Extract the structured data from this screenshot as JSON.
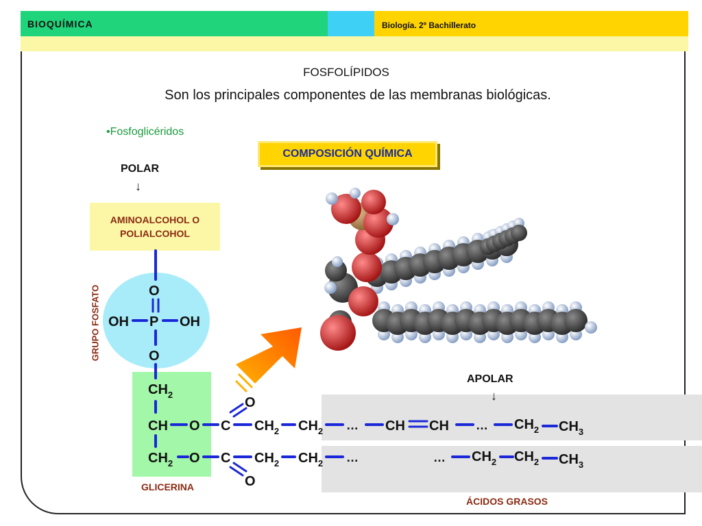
{
  "header": {
    "subject": "BIOQUÍMICA",
    "course": "Biología. 2º Bachillerato"
  },
  "slide": {
    "title": "FOSFOLÍPIDOS",
    "subtitle": "Son los principales componentes de las membranas biológicas.",
    "bullet": "•Fosfoglicéridos",
    "composition_label": "COMPOSICIÓN QUÍMICA"
  },
  "diagram": {
    "polar_label": "POLAR",
    "apolar_label": "APOLAR",
    "arrow_glyph": "↓",
    "aminoalcohol_label": "AMINOALCOHOL O POLIALCOHOL",
    "phosphate_group_label": "GRUPO FOSFATO",
    "glycerin_label": "GLICERINA",
    "fatty_acids_label": "ÁCIDOS GRASOS",
    "phosphate": {
      "oxygen": "O",
      "hydroxyl": "OH",
      "phosphorus": "P"
    },
    "atoms": {
      "C": "C",
      "O": "O",
      "CH": "CH",
      "CH2": "CH",
      "CH3": "CH",
      "sub2": "2",
      "sub3": "3",
      "ellipsis": "…"
    }
  },
  "colors": {
    "header_green": "#1fd47a",
    "header_cyan": "#3fd0f5",
    "header_yellow": "#ffd400",
    "header_pale": "#fbf7a6",
    "bond_blue": "#1a28d8",
    "label_brown": "#8a2a12",
    "bullet_green": "#1a9a3c",
    "phosphate_circle": "#a8ecfa",
    "glycerin_box": "#a3f7a8",
    "fatty_acid_box": "#e3e3e3",
    "composition_text": "#1a2c9a"
  }
}
